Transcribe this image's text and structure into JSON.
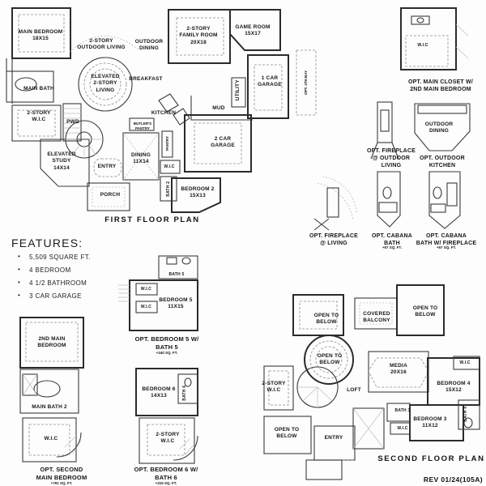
{
  "document": {
    "rev": "REV 01/24(105A)"
  },
  "features": {
    "title": "FEATURES:",
    "items": [
      "5,509 SQUARE FT.",
      "4 BEDROOM",
      "4 1/2 BATHROOM",
      "3 CAR GARAGE"
    ]
  },
  "first_floor": {
    "title": "FIRST FLOOR PLAN",
    "rooms": {
      "main_bedroom": "MAIN BEDROOM\n18X15",
      "main_bath": "MAIN BATH",
      "wic_2story": "2-STORY\nW.I.C",
      "pwd": "PWD",
      "elevated_study": "ELEVATED\nSTUDY\n14X14",
      "entry": "ENTRY",
      "porch": "PORCH",
      "dining": "DINING\n11X14",
      "butlers_pantry": "BUTLER'S\nPANTRY",
      "kitchen": "KITCHEN",
      "breakfast": "BREAKFAST",
      "elevated_living": "ELEVATED\n2-STORY\nLIVING",
      "outdoor_living": "2-STORY\nOUTDOOR LIVING",
      "outdoor_dining": "OUTDOOR\nDINING",
      "family_room": "2-STORY\nFAMILY ROOM\n20X18",
      "game_room": "GAME ROOM\n15X17",
      "one_car_garage": "1 CAR\nGARAGE",
      "utility": "UTILITY",
      "mud": "MUD",
      "two_car_garage": "2 CAR\nGARAGE",
      "pantry": "PANTRY",
      "wic_bed2": "W.I.C",
      "bath2": "BATH 2",
      "bedroom2": "BEDROOM 2\n15X13"
    }
  },
  "second_floor": {
    "title": "SECOND FLOOR PLAN",
    "rooms": {
      "open_below_1": "OPEN TO\nBELOW",
      "covered_balcony": "COVERED\nBALCONY",
      "open_below_2": "OPEN TO\nBELOW",
      "open_below_rotunda": "OPEN TO\nBELOW",
      "open_below_3": "OPEN TO\nBELOW",
      "media": "MEDIA\n20X16",
      "loft": "LOFT",
      "wic_bed4": "W.I.C",
      "bedroom4": "BEDROOM 4\n15X12",
      "wic_2story": "2-STORY\nW.I.C",
      "entry": "ENTRY",
      "bath3": "BATH 3",
      "bedroom3": "BEDROOM 3\n11X12",
      "wic_bed3": "W.I.C",
      "bath4": "BATH 4"
    }
  },
  "options": {
    "main_closet": {
      "title": "OPT. MAIN CLOSET W/\n2ND MAIN BEDROOM",
      "wic": "W.I.C"
    },
    "fourth_bay": {
      "title": "OPT. 4TH BAY"
    },
    "fireplace_outdoor": {
      "title": "OPT. FIREPLACE\n@ OUTDOOR\nLIVING"
    },
    "outdoor_kitchen": {
      "title": "OPT. OUTDOOR\nKITCHEN",
      "outdoor_dining": "OUTDOOR\nDINING"
    },
    "fireplace_living": {
      "title": "OPT. FIREPLACE\n@ LIVING"
    },
    "cabana_bath": {
      "title": "OPT. CABANA\nBATH",
      "area": "+57 SQ. FT."
    },
    "cabana_bath_fireplace": {
      "title": "OPT. CABANA\nBATH W/ FIREPLACE",
      "area": "+57 SQ. FT."
    },
    "bedroom5": {
      "title": "OPT. BEDROOM 5 W/\nBATH 5",
      "area": "+340 SQ. FT.",
      "rooms": {
        "bath5": "BATH 5",
        "wic_a": "W.I.C",
        "wic_b": "W.I.C",
        "bedroom5": "BEDROOM 5\n11X15"
      }
    },
    "second_main": {
      "title": "OPT. SECOND\nMAIN BEDROOM",
      "area": "+791 SQ. FT.",
      "rooms": {
        "bedroom": "2ND MAIN\nBEDROOM",
        "main_bath2": "MAIN BATH 2",
        "wic": "W.I.C"
      }
    },
    "bedroom6": {
      "title": "OPT. BEDROOM 6 W/\nBATH 6",
      "area": "+315 SQ. FT.",
      "rooms": {
        "bedroom6": "BEDROOM 6\n14X13",
        "bath6": "BATH 6",
        "wic": "2-STORY\nW.I.C"
      }
    }
  }
}
